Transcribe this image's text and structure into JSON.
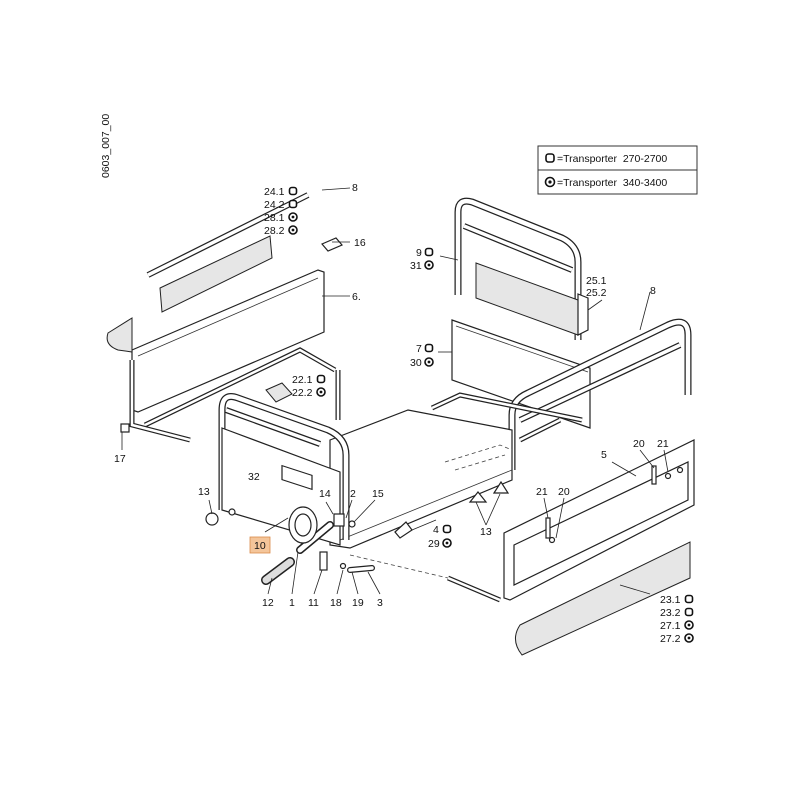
{
  "drawing_code": "0603_007_00",
  "legend": [
    {
      "marker": "square-ring",
      "text": "=Transporter  270-2700"
    },
    {
      "marker": "star-ring",
      "text": "=Transporter  340-3400"
    }
  ],
  "callouts": [
    {
      "id": "c-24-1",
      "text": "24.1",
      "marker": "square-ring"
    },
    {
      "id": "c-24-2",
      "text": "24.2",
      "marker": "square-ring"
    },
    {
      "id": "c-28-1",
      "text": "28.1",
      "marker": "star-ring"
    },
    {
      "id": "c-28-2",
      "text": "28.2",
      "marker": "star-ring"
    },
    {
      "id": "c-8a",
      "text": "8",
      "marker": ""
    },
    {
      "id": "c-16",
      "text": "16",
      "marker": ""
    },
    {
      "id": "c-6",
      "text": "6.",
      "marker": ""
    },
    {
      "id": "c-9",
      "text": "9",
      "marker": "square-ring"
    },
    {
      "id": "c-31",
      "text": "31",
      "marker": "star-ring"
    },
    {
      "id": "c-25-1",
      "text": "25.1",
      "marker": ""
    },
    {
      "id": "c-25-2",
      "text": "25.2",
      "marker": ""
    },
    {
      "id": "c-8b",
      "text": "8",
      "marker": ""
    },
    {
      "id": "c-7",
      "text": "7",
      "marker": "square-ring"
    },
    {
      "id": "c-30",
      "text": "30",
      "marker": "star-ring"
    },
    {
      "id": "c-22-1",
      "text": "22.1",
      "marker": "square-ring"
    },
    {
      "id": "c-22-2",
      "text": "22.2",
      "marker": "star-ring"
    },
    {
      "id": "c-17",
      "text": "17",
      "marker": ""
    },
    {
      "id": "c-32",
      "text": "32",
      "marker": ""
    },
    {
      "id": "c-13a",
      "text": "13",
      "marker": ""
    },
    {
      "id": "c-14",
      "text": "14",
      "marker": ""
    },
    {
      "id": "c-2",
      "text": "2",
      "marker": ""
    },
    {
      "id": "c-15",
      "text": "15",
      "marker": ""
    },
    {
      "id": "c-10",
      "text": "10",
      "marker": "",
      "highlight": true
    },
    {
      "id": "c-4",
      "text": "4",
      "marker": "square-ring"
    },
    {
      "id": "c-29",
      "text": "29",
      "marker": "star-ring"
    },
    {
      "id": "c-13b",
      "text": "13",
      "marker": ""
    },
    {
      "id": "c-5",
      "text": "5",
      "marker": ""
    },
    {
      "id": "c-20a",
      "text": "20",
      "marker": ""
    },
    {
      "id": "c-21a",
      "text": "21",
      "marker": ""
    },
    {
      "id": "c-21b",
      "text": "21",
      "marker": ""
    },
    {
      "id": "c-20b",
      "text": "20",
      "marker": ""
    },
    {
      "id": "c-12",
      "text": "12",
      "marker": ""
    },
    {
      "id": "c-1",
      "text": "1",
      "marker": ""
    },
    {
      "id": "c-11",
      "text": "11",
      "marker": ""
    },
    {
      "id": "c-18",
      "text": "18",
      "marker": ""
    },
    {
      "id": "c-19",
      "text": "19",
      "marker": ""
    },
    {
      "id": "c-3",
      "text": "3",
      "marker": ""
    },
    {
      "id": "c-23-1",
      "text": "23.1",
      "marker": "square-ring"
    },
    {
      "id": "c-23-2",
      "text": "23.2",
      "marker": "square-ring"
    },
    {
      "id": "c-27-1",
      "text": "27.1",
      "marker": "star-ring"
    },
    {
      "id": "c-27-2",
      "text": "27.2",
      "marker": "star-ring"
    }
  ]
}
